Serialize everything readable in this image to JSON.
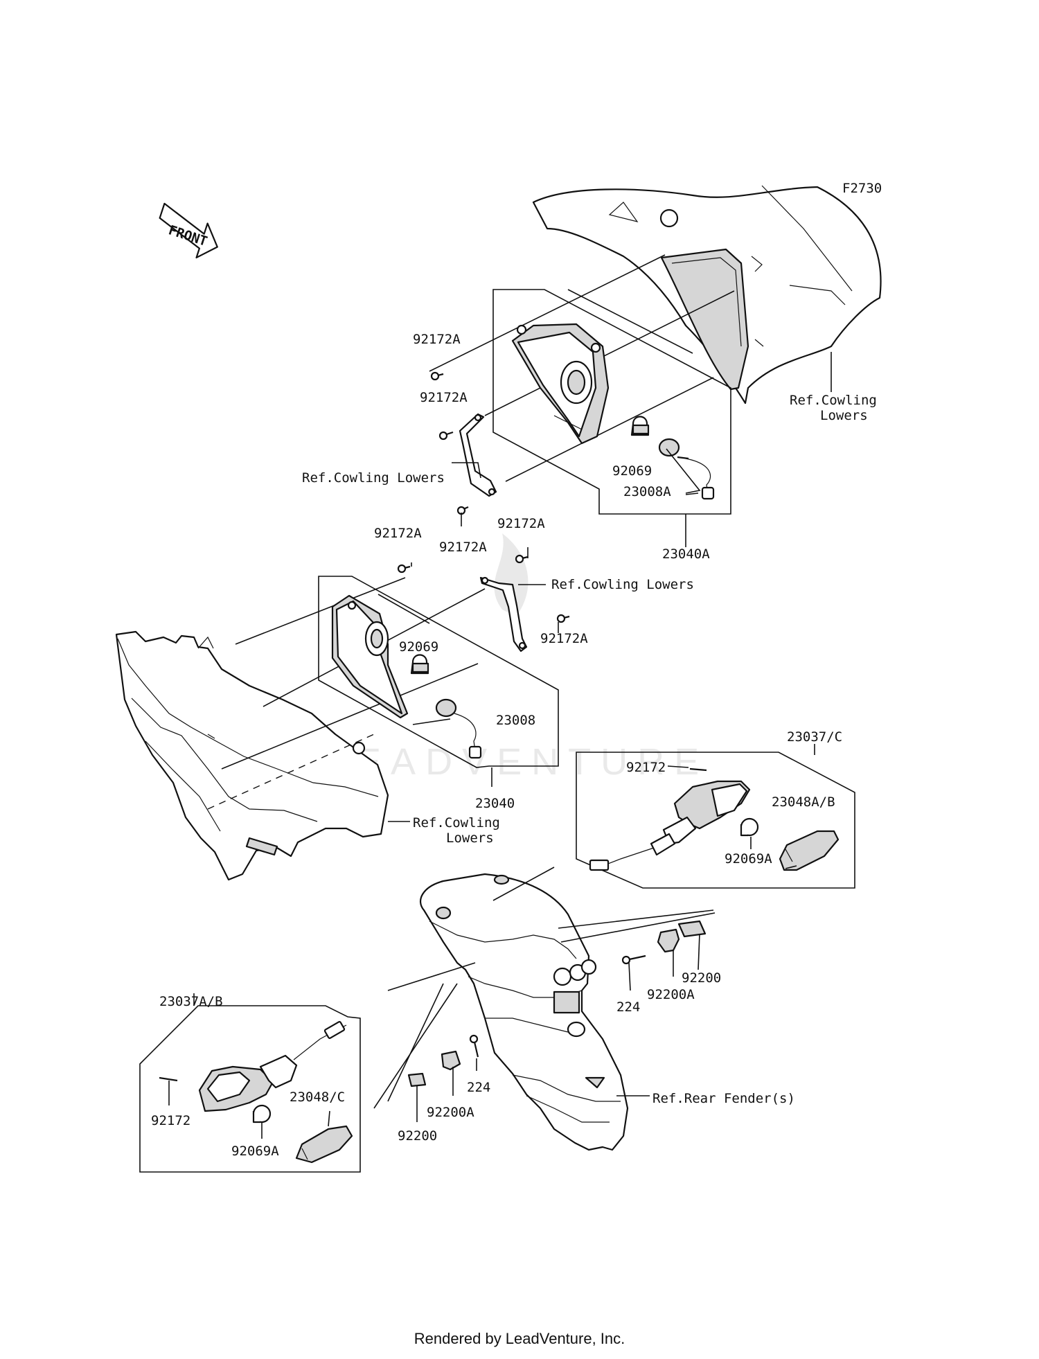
{
  "figure_code": "F2730",
  "front_label": "FRONT",
  "watermark": "LEADVENTURE",
  "labels": {
    "l_92172A_1": "92172A",
    "l_92172A_2": "92172A",
    "l_ref_cowling_upper_left": "Ref.Cowling Lowers",
    "l_92172A_3": "92172A",
    "l_92069_top": "92069",
    "l_23008A": "23008A",
    "l_23040A": "23040A",
    "l_ref_cowling_top_right_1": "Ref.Cowling",
    "l_ref_cowling_top_right_2": "Lowers",
    "l_92172A_4": "92172A",
    "l_92172A_5": "92172A",
    "l_ref_cowling_mid": "Ref.Cowling Lowers",
    "l_92172A_6": "92172A",
    "l_92069_mid": "92069",
    "l_23008": "23008",
    "l_23040": "23040",
    "l_ref_cowling_lower_1": "Ref.Cowling",
    "l_ref_cowling_lower_2": "Lowers",
    "l_23037C": "23037/C",
    "l_92172_right": "92172",
    "l_23048AB": "23048A/B",
    "l_92069A_right": "92069A",
    "l_92200_right": "92200",
    "l_92200A_right": "92200A",
    "l_224_right": "224",
    "l_23037AB": "23037A/B",
    "l_92172_left": "92172",
    "l_23048C": "23048/C",
    "l_92069A_left": "92069A",
    "l_224_left": "224",
    "l_92200A_left": "92200A",
    "l_92200_left": "92200",
    "l_ref_rear_fender": "Ref.Rear Fender(s)"
  },
  "footer": "Rendered by LeadVenture, Inc."
}
